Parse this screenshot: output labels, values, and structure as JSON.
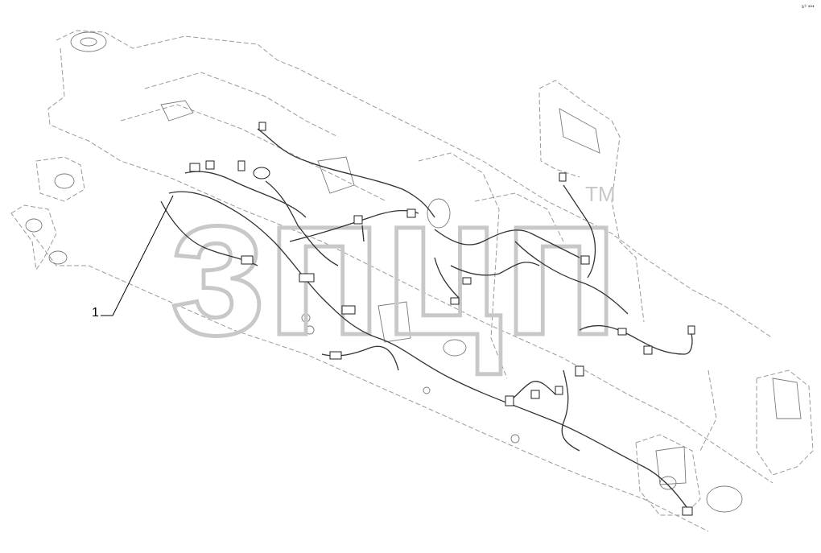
{
  "diagram": {
    "callout_label": "1",
    "corner_code": "s³ •••"
  },
  "watermark": {
    "text": "зпцп",
    "trademark": "TM",
    "color": "#c8c8c8"
  },
  "colors": {
    "outline": "#7a7a7a",
    "dashed": "#9a9a9a",
    "harness": "#333333"
  }
}
